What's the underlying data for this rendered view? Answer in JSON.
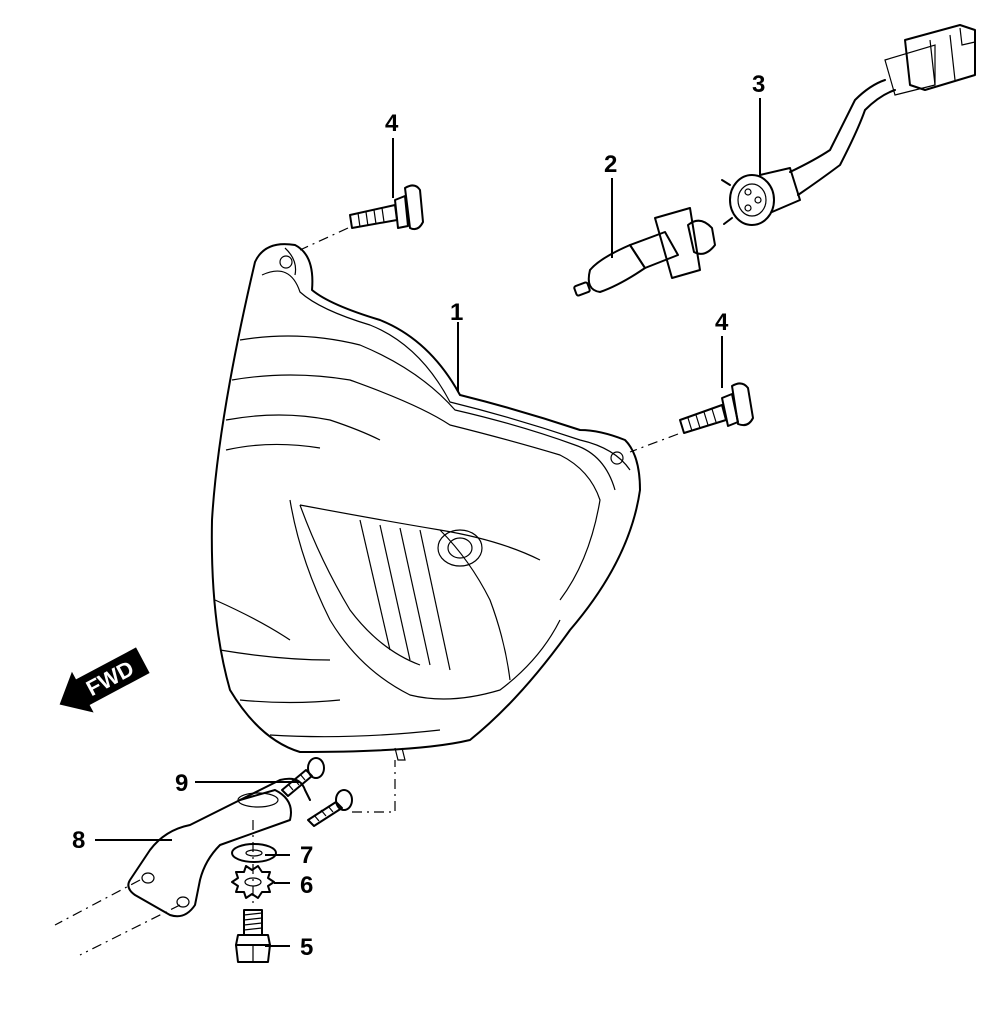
{
  "callouts": {
    "headlight_assembly": "1",
    "bulb": "2",
    "socket": "3",
    "upper_bolt": "4",
    "side_bolt": "4",
    "bolt_bottom": "5",
    "lock_washer": "6",
    "flat_washer": "7",
    "bracket": "8",
    "screw": "9"
  },
  "direction_label": "FWD"
}
